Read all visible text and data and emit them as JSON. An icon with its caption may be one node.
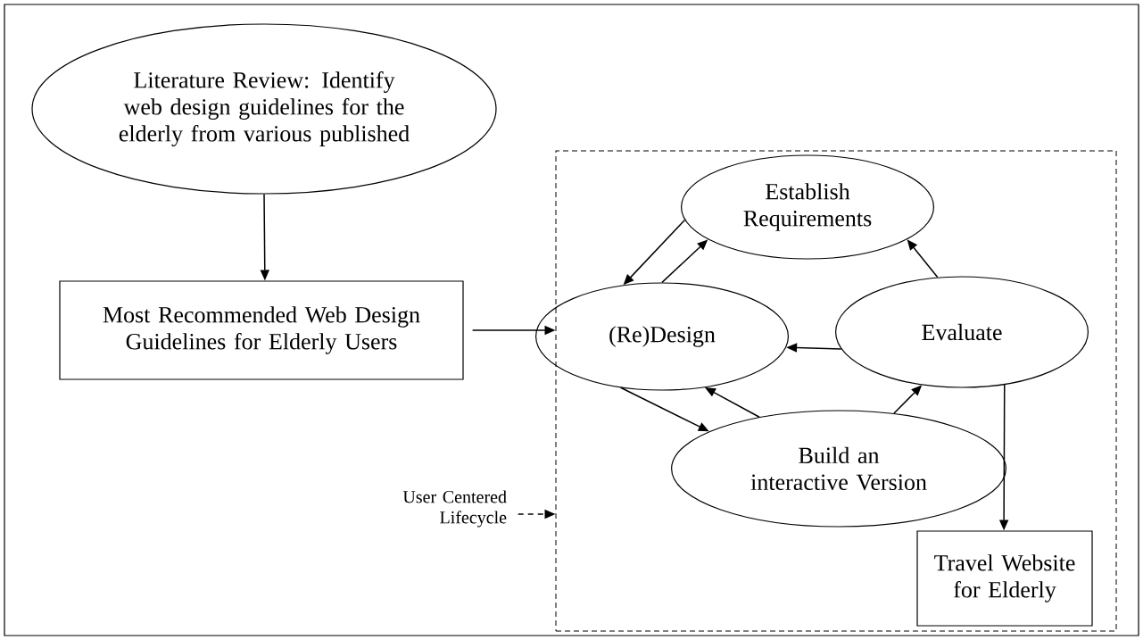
{
  "diagram": {
    "nodes": [
      {
        "text": [
          "Literature Review: Identify web design guidelines for the elderly from various published"
        ]
      },
      {
        "text": [
          "Most Recommended Web Design Guidelines for Elderly Users"
        ]
      },
      {
        "text": [],
        "shape": "box"
      },
      {
        "text": [
          "Establish Requirements"
        ],
        "in": 2
      },
      {
        "text": [
          "(Re)Design"
        ],
        "in": 2
      },
      {
        "text": [
          "Evaluate"
        ],
        "in": 2
      },
      {
        "text": [
          "Build an interactive Version"
        ],
        "in": 2
      },
      {
        "text": [
          "Travel Website for Elderly"
        ],
        "in": 2
      },
      {
        "text": [
          "User Centered Lifecycle"
        ]
      }
    ],
    "edges": [
      {
        "from": 0,
        "to": 1,
        "arrow": "to"
      },
      {
        "from": 1,
        "to": 2,
        "arrow": "to"
      },
      {
        "from": 3,
        "to": 4,
        "arrow": "to"
      },
      {
        "from": 4,
        "to": 3,
        "arrow": "to"
      },
      {
        "from": 5,
        "to": 3,
        "arrow": "to"
      },
      {
        "from": 5,
        "to": 4,
        "arrow": "to"
      },
      {
        "from": 4,
        "to": 6,
        "arrow": "to"
      },
      {
        "from": 6,
        "to": 4,
        "arrow": "to"
      },
      {
        "from": 6,
        "to": 5,
        "arrow": "to"
      },
      {
        "from": 5,
        "to": 7,
        "arrow": "to"
      },
      {
        "from": 8,
        "to": 2,
        "arrow": "to",
        "style": "dashed"
      }
    ]
  }
}
